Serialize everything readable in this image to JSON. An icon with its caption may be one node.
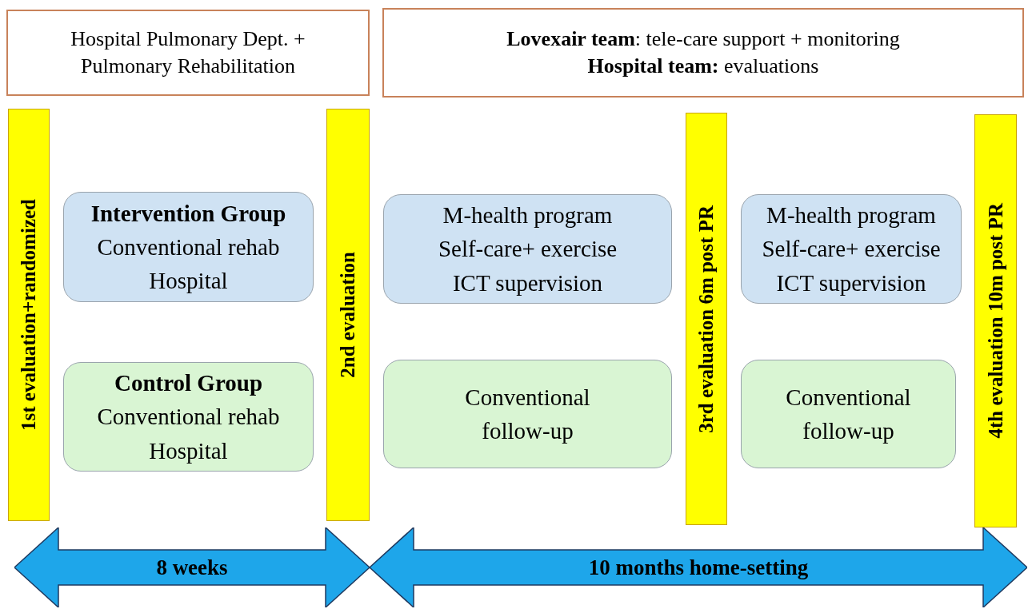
{
  "diagram": {
    "nodes": [
      {
        "text": [
          "Hospital Pulmonary Dept. + Pulmonary Rehabilitation"
        ]
      },
      {
        "text": [
          "**Lovexair team**: tele-care support + monitoring",
          "**Hospital team:** evaluations"
        ]
      },
      {
        "text": [
          "1st evaluation+randomized"
        ]
      },
      {
        "text": [
          "Intervention Group",
          "Conventional rehab",
          "Hospital"
        ]
      },
      {
        "text": [
          "Control Group",
          "Conventional rehab",
          "Hospital"
        ]
      },
      {
        "text": [
          "2nd evaluation"
        ]
      },
      {
        "text": [
          "M-health program",
          "Self-care+ exercise",
          "ICT supervision"
        ]
      },
      {
        "text": [
          "Conventional follow-up"
        ]
      },
      {
        "text": [
          "3rd evaluation 6m post PR"
        ]
      },
      {
        "text": [
          "M-health program",
          "Self-care+ exercise",
          "ICT supervision"
        ]
      },
      {
        "text": [
          "Conventional follow-up"
        ]
      },
      {
        "text": [
          "4th evaluation 10m post PR"
        ]
      },
      {
        "text": [
          "8 weeks"
        ]
      },
      {
        "text": [
          "10 months home-setting"
        ]
      }
    ],
    "edges": []
  }
}
